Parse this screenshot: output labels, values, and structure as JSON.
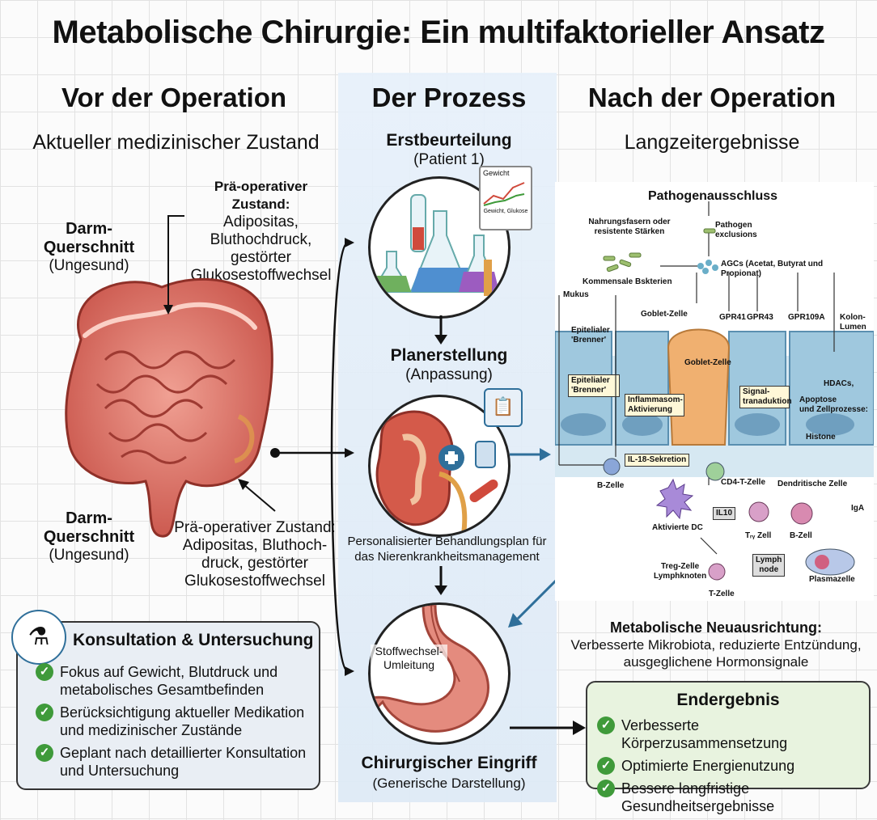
{
  "title": "Metabolische Chirurgie: Ein multifaktorieller Ansatz",
  "left": {
    "heading": "Vor der Operation",
    "subheading": "Aktueller medizinischer Zustand",
    "preop_state_top": {
      "title": "Prä-operativer Zustand:",
      "lines": [
        "Adipositas,",
        "Bluthochdruck,",
        "gestörter",
        "Glukosestoffwechsel"
      ]
    },
    "section_top": {
      "name": "Darm-\nQuerschnitt",
      "status": "(Ungesund)"
    },
    "section_bottom": {
      "name": "Darm-\nQuerschnitt",
      "status": "(Ungesund)"
    },
    "preop_state_bottom": {
      "title": "Prä-operativer Zustand:",
      "lines": [
        "Adipositas, Bluthoch-",
        "druck, gestörter",
        "Glukosestoffwechsel"
      ]
    },
    "consult": {
      "title": "Konsultation & Untersuchung",
      "items": [
        "Fokus auf Gewicht, Blutdruck und metabolisches Gesamtbefinden",
        "Berücksichtigung aktueller Medikation und medizinischer Zustände",
        "Geplant nach detaillierter Konsultation und Untersuchung"
      ]
    }
  },
  "middle": {
    "heading": "Der Prozess",
    "step1": {
      "title": "Erstbeurteilung",
      "sub": "(Patient 1)",
      "chart_title": "Gewicht",
      "chart_caption": "Gewicht, Glukose"
    },
    "step2": {
      "title": "Planerstellung",
      "sub": "(Anpassung)",
      "caption": "Personalisierter Behandlungsplan für das Nierenkrankheitsmanagement"
    },
    "step3": {
      "title": "Chirurgischer Eingriff",
      "sub": "(Generische Darstellung)",
      "stomach_label": "Stoffwechsel-\nUmleitung"
    }
  },
  "right": {
    "heading": "Nach der Operation",
    "subheading": "Langzeitergebnisse",
    "diagram": {
      "pathogen_title": "Pathogenausschluss",
      "labels": {
        "fibers": "Nahrungsfasern oder resistente Stärken",
        "pathogen": "Pathogen exclusions",
        "bacteria": "Kommensale Bskterien",
        "agcs": "AGCs (Acetat, Butyrat und Propionat)",
        "mukus": "Mukus",
        "epi1": "Epitelialer 'Brenner'",
        "goblet1": "Goblet-Zelle",
        "gpr41": "GPR41",
        "gpr43": "GPR43",
        "gpr109a": "GPR109A",
        "kolon": "Kolon-\nLumen",
        "epi2": "Epitelialer 'Brenner'",
        "inflam": "Inflammasom-\nAktivierung",
        "goblet2": "Goblet-Zelle",
        "signal": "Signal-\ntranaduktion",
        "hdacs": "HDACs,",
        "apoptose": "Apoptose\nund Zellprozesse:",
        "histone": "Histone",
        "il18": "IL-18-Sekretion",
        "bzelle": "B-Zelle",
        "cd4": "CD4-T-Zelle",
        "dendritic": "Dendritische Zelle",
        "aktdc": "Aktivierte DC",
        "il10": "IL10",
        "tfh": "Tᵣᵧ Zell",
        "bzell2": "B-Zell",
        "iga": "IgA",
        "lymph": "Lymph\nnode",
        "treg": "Treg-Zelle\nLymphknoten",
        "tzelle": "T-Zelle",
        "plasma": "Plasmazelle"
      }
    },
    "reorientation": {
      "title": "Metabolische Neuausrichtung:",
      "text": "Verbesserte Mikrobiota, reduzierte Entzündung, ausgeglichene Hormonsignale"
    },
    "result": {
      "title": "Endergebnis",
      "items": [
        "Verbesserte Körperzusammensetzung",
        "Optimierte Energienutzung",
        "Bessere langfristige Gesundheitsergebnisse"
      ]
    }
  },
  "colors": {
    "green_check": "#3f9a3a",
    "result_bg": "#e8f3df",
    "consult_bg": "#e9eef4",
    "intestine": "#d9685a",
    "arrow_blue": "#2f6f9a"
  }
}
